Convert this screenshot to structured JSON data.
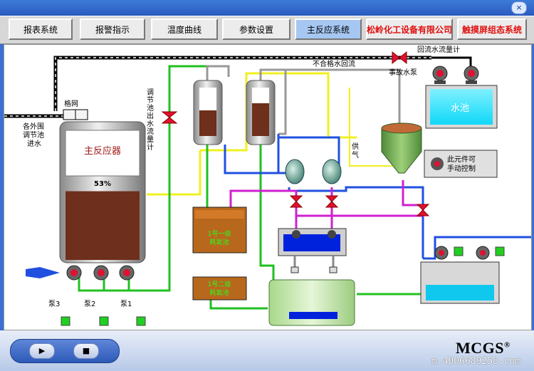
{
  "window": {
    "close_label": "×"
  },
  "nav": {
    "tabs": [
      {
        "label": "报表系统"
      },
      {
        "label": "报警指示"
      },
      {
        "label": "温度曲线"
      },
      {
        "label": "参数设置"
      },
      {
        "label": "主反应系统",
        "active": true
      },
      {
        "label": "松岭化工设备有限公司",
        "accent": "#e01010"
      },
      {
        "label": "触摸屏组态系统",
        "accent": "#e01010"
      }
    ]
  },
  "scada": {
    "labels": {
      "grid_net": "格网",
      "inlet_line1": "各外围",
      "inlet_line2": "调节池",
      "inlet_line3": "进水",
      "reactor_title": "主反应器",
      "reactor_level": "53%",
      "flowmeter_vertical": [
        "调",
        "节",
        "池",
        "出",
        "水",
        "流",
        "量",
        "计"
      ],
      "reflux_flowmeter": "回流水流量计",
      "unqualified_return": "不合格水回流",
      "emergency_pump": "事故水泵",
      "water_pool": "水池",
      "gas_supply": [
        "供",
        "气"
      ],
      "manual_control_line1": "此元件可",
      "manual_control_line2": "手动控制",
      "tank1_line1": "1号一级",
      "tank1_line2": "耗氧池",
      "tank2_line1": "1号二级",
      "tank2_line2": "耗氧池",
      "pump3": "泵3",
      "pump2": "泵2",
      "pump1": "泵1"
    },
    "reactor_fill": 0.53,
    "colors": {
      "sludge": "#6e2f1c",
      "water": "#0022dd",
      "pipe_green": "#20c020",
      "pipe_yellow": "#f0f020",
      "pipe_blue": "#2050e0",
      "pipe_magenta": "#d020d0",
      "valve_red": "#e01030",
      "tank_brown": "#b8681c",
      "indicator_green": "#20d020"
    }
  },
  "footer": {
    "play_label": "▶",
    "stop_label": "■",
    "logo": "MCGS",
    "registered": "®",
    "watermark": "m.4006689258.com"
  }
}
